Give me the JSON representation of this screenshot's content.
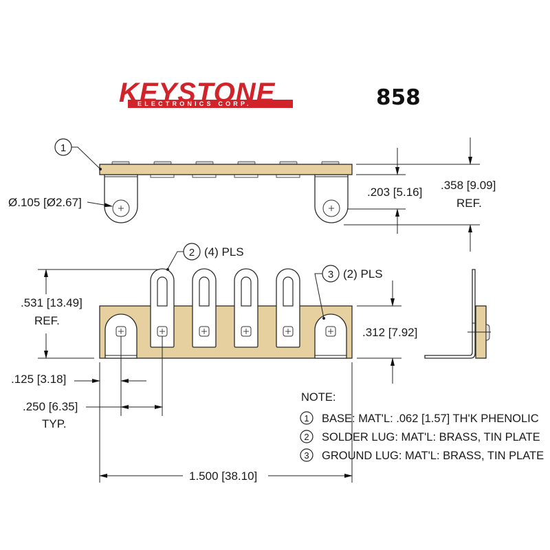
{
  "header": {
    "brand": "KEYSTONE",
    "brand_sub": "ELECTRONICS CORP.",
    "brand_color": "#d1232a",
    "part_number": "858"
  },
  "colors": {
    "phenolic_base": "#e6d0a0",
    "lug_fill": "#ffffff",
    "line": "#222222"
  },
  "callouts": {
    "base": "1",
    "solder_lug": "2",
    "solder_lug_qty": "(4) PLS",
    "ground_lug": "3",
    "ground_lug_qty": "(2) PLS"
  },
  "dimensions": {
    "hole_dia": "Ø.105 [Ø2.67]",
    "lug_height_top": ".203 [5.16]",
    "overall_height_top": ".358 [9.09]",
    "overall_height_top_ref": "REF.",
    "overall_height_front": ".531 [13.49]",
    "overall_height_front_ref": "REF.",
    "base_height": ".312 [7.92]",
    "edge_to_lug": ".125 [3.18]",
    "lug_pitch": ".250 [6.35]",
    "lug_pitch_typ": "TYP.",
    "overall_length": "1.500 [38.10]"
  },
  "notes": {
    "title": "NOTE:",
    "items": [
      {
        "num": "1",
        "text": "BASE: MAT'L: .062 [1.57] TH'K PHENOLIC"
      },
      {
        "num": "2",
        "text": "SOLDER LUG: MAT'L: BRASS, TIN PLATE"
      },
      {
        "num": "3",
        "text": "GROUND LUG: MAT'L: BRASS, TIN PLATE"
      }
    ]
  }
}
